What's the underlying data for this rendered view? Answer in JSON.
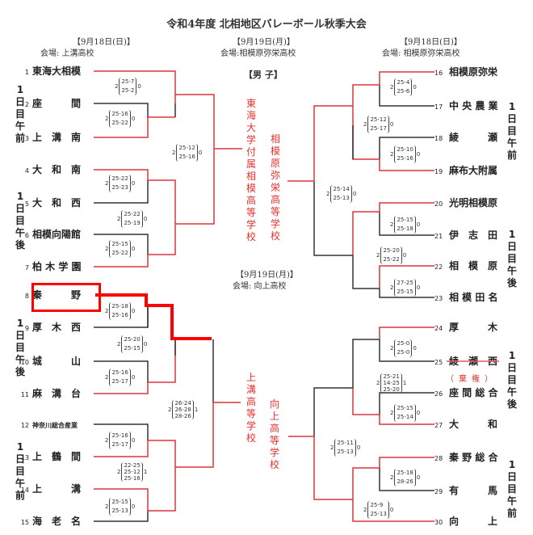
{
  "title": "令和4年度 北相地区バレーボール秋季大会",
  "division": "【男 子】",
  "headers": {
    "left": {
      "date": "【9月18日(日)】",
      "venue": "会場: 上溝高校"
    },
    "center_top": {
      "date": "【9月19日(月)】",
      "venue": "会場:相模原弥栄高校"
    },
    "right": {
      "date": "【9月18日(日)】",
      "venue": "会場: 相模原弥栄高校"
    },
    "center_bottom": {
      "date": "【9月19日(月)】",
      "venue": "会場: 向上高校"
    }
  },
  "sessions": {
    "left_1": "1日目午前",
    "left_2": "1日目午後",
    "left_3": "1日目午後",
    "left_4": "1日目午前",
    "right_1": "1日目午前",
    "right_2": "1日目午後",
    "right_3": "1日目午後",
    "right_4": "1日目午前"
  },
  "teams_left": [
    {
      "num": "1",
      "name": "東海大相模"
    },
    {
      "num": "2",
      "name": "座　　　間"
    },
    {
      "num": "3",
      "name": "上　溝　南"
    },
    {
      "num": "4",
      "name": "大　和　南"
    },
    {
      "num": "5",
      "name": "大　和　西"
    },
    {
      "num": "6",
      "name": "相模向陽館"
    },
    {
      "num": "7",
      "name": "柏 木 学 園"
    },
    {
      "num": "8",
      "name": "秦　　　野"
    },
    {
      "num": "9",
      "name": "厚　木　西"
    },
    {
      "num": "10",
      "name": "城　　　山"
    },
    {
      "num": "11",
      "name": "麻　溝　台"
    },
    {
      "num": "12",
      "name": "神奈川総合産業"
    },
    {
      "num": "13",
      "name": "上　鶴　間"
    },
    {
      "num": "14",
      "name": "上　　　溝"
    },
    {
      "num": "15",
      "name": "海　老　名"
    }
  ],
  "teams_right": [
    {
      "num": "16",
      "name": "相模原弥栄"
    },
    {
      "num": "17",
      "name": "中 央 農 業"
    },
    {
      "num": "18",
      "name": "綾　　　瀬"
    },
    {
      "num": "19",
      "name": "麻布大附属"
    },
    {
      "num": "20",
      "name": "光明相模原"
    },
    {
      "num": "21",
      "name": "伊　志　田"
    },
    {
      "num": "22",
      "name": "相　模　原"
    },
    {
      "num": "23",
      "name": "相 模 田 名"
    },
    {
      "num": "24",
      "name": "厚　　　木"
    },
    {
      "num": "25",
      "name": "綾　瀬　西"
    },
    {
      "num": "26",
      "name": "座 間 総 合"
    },
    {
      "num": "27",
      "name": "大　　　和"
    },
    {
      "num": "28",
      "name": "秦 野 総 合"
    },
    {
      "num": "29",
      "name": "有　　　馬"
    },
    {
      "num": "30",
      "name": "向　　　上"
    }
  ],
  "withdrawn_note": "（棄権）",
  "scores": [
    {
      "id": "m1",
      "w": "2",
      "sets": [
        "25-7",
        "25-2"
      ],
      "l": "0"
    },
    {
      "id": "m2",
      "w": "2",
      "sets": [
        "25-16",
        "25-22"
      ],
      "l": "0"
    },
    {
      "id": "m3",
      "w": "2",
      "sets": [
        "25-12",
        "25-16"
      ],
      "l": "0"
    },
    {
      "id": "m4",
      "w": "2",
      "sets": [
        "25-22",
        "25-23"
      ],
      "l": "0"
    },
    {
      "id": "m5",
      "w": "2",
      "sets": [
        "25-22",
        "25-19"
      ],
      "l": "0"
    },
    {
      "id": "m6",
      "w": "2",
      "sets": [
        "25-15",
        "25-22"
      ],
      "l": "0"
    },
    {
      "id": "m7",
      "w": "2",
      "sets": [
        "25-18",
        "25-16"
      ],
      "l": "0"
    },
    {
      "id": "m8",
      "w": "2",
      "sets": [
        "25-20",
        "25-15"
      ],
      "l": "0"
    },
    {
      "id": "m9",
      "w": "2",
      "sets": [
        "25-16",
        "25-17"
      ],
      "l": "0"
    },
    {
      "id": "m10",
      "w": "2",
      "sets": [
        "26-24",
        "26-28",
        "28-26"
      ],
      "l": "1"
    },
    {
      "id": "m11",
      "w": "2",
      "sets": [
        "25-16",
        "25-17"
      ],
      "l": "0"
    },
    {
      "id": "m12",
      "w": "2",
      "sets": [
        "22-25",
        "25-12",
        "25-16"
      ],
      "l": "1"
    },
    {
      "id": "m13",
      "w": "2",
      "sets": [
        "25-15",
        "25-13"
      ],
      "l": "0"
    },
    {
      "id": "m14",
      "w": "2",
      "sets": [
        "25-4",
        "25-6"
      ],
      "l": "0"
    },
    {
      "id": "m15",
      "w": "2",
      "sets": [
        "25-12",
        "25-17"
      ],
      "l": "0"
    },
    {
      "id": "m16",
      "w": "2",
      "sets": [
        "25-10",
        "25-16"
      ],
      "l": "0"
    },
    {
      "id": "m17",
      "w": "2",
      "sets": [
        "25-14",
        "25-13"
      ],
      "l": "0"
    },
    {
      "id": "m18",
      "w": "2",
      "sets": [
        "25-15",
        "25-18"
      ],
      "l": "0"
    },
    {
      "id": "m19",
      "w": "2",
      "sets": [
        "25-20",
        "25-22"
      ],
      "l": "0"
    },
    {
      "id": "m20",
      "w": "2",
      "sets": [
        "27-25",
        "25-15"
      ],
      "l": "0"
    },
    {
      "id": "m21",
      "w": "2",
      "sets": [
        "25-0",
        "25-0"
      ],
      "l": "0"
    },
    {
      "id": "m22",
      "w": "2",
      "sets": [
        "25-21",
        "14-25",
        "25-20"
      ],
      "l": "1"
    },
    {
      "id": "m23",
      "w": "2",
      "sets": [
        "25-15",
        "25-14"
      ],
      "l": "0"
    },
    {
      "id": "m24",
      "w": "2",
      "sets": [
        "25-11",
        "25-13"
      ],
      "l": "0"
    },
    {
      "id": "m25",
      "w": "2",
      "sets": [
        "25-18",
        "28-26"
      ],
      "l": "0"
    },
    {
      "id": "m26",
      "w": "2",
      "sets": [
        "25-9",
        "25-13"
      ],
      "l": "0"
    }
  ],
  "block_winners": {
    "top_left": "東海大学付属相模高等学校",
    "top_right": "相模原弥栄高等学校",
    "bottom_left": "上溝高等学校",
    "bottom_right": "向上高等学校"
  },
  "colors": {
    "winner_line": "#d9363e",
    "loser_line": "#333333",
    "highlight": "#ff0000"
  }
}
